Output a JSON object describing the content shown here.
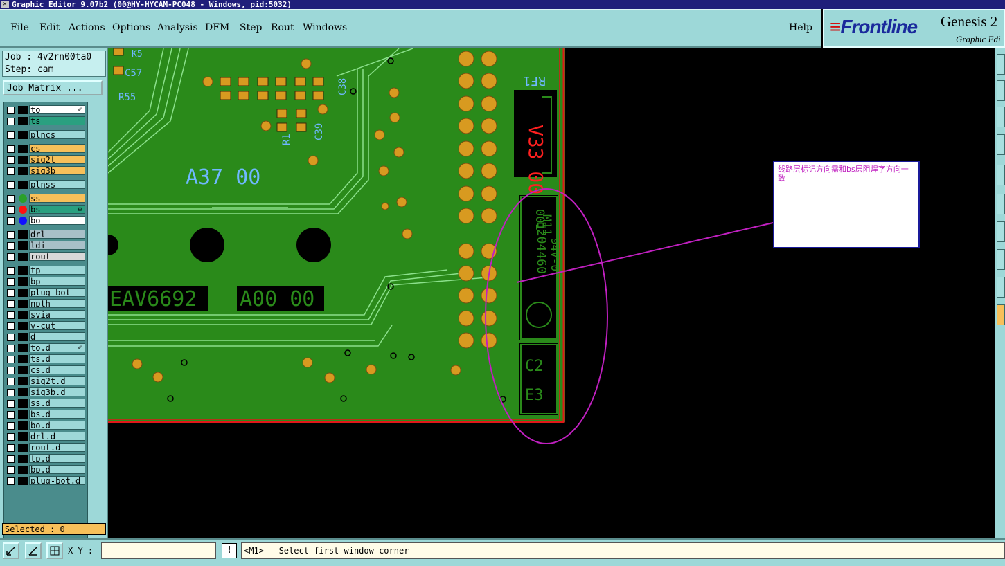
{
  "window": {
    "title": "Graphic Editor 9.07b2 (00@HY-HYCAM-PC048 - Windows, pid:5032)"
  },
  "menu": {
    "items": [
      "File",
      "Edit",
      "Actions",
      "Options",
      "Analysis",
      "DFM",
      "Step",
      "Rout",
      "Windows"
    ],
    "help": "Help"
  },
  "brand": {
    "logo_text": "Frontline",
    "product": "Genesis 2",
    "subtitle": "Graphic Edi"
  },
  "job": {
    "job_line": "Job : 4v2rn00ta0",
    "step_line": "Step: cam",
    "matrix_button": "Job Matrix ..."
  },
  "layers": [
    {
      "name": "to",
      "color": "#ffffff",
      "dot": "",
      "mark": "✐"
    },
    {
      "name": "ts",
      "color": "#2aa080",
      "dot": "",
      "mark": ""
    },
    {
      "name": "plncs",
      "color": "#9dd8d8",
      "dot": "",
      "mark": ""
    },
    {
      "name": "cs",
      "color": "#f7c05a",
      "dot": "",
      "mark": ""
    },
    {
      "name": "sig2t",
      "color": "#f7c05a",
      "dot": "",
      "mark": ""
    },
    {
      "name": "sig3b",
      "color": "#f7c05a",
      "dot": "",
      "mark": ""
    },
    {
      "name": "plnss",
      "color": "#9dd8d8",
      "dot": "",
      "mark": ""
    },
    {
      "name": "ss",
      "color": "#f7c05a",
      "dot": "#2aa02a",
      "mark": ""
    },
    {
      "name": "bs",
      "color": "#2aa080",
      "dot": "#ff1010",
      "mark": "⊞"
    },
    {
      "name": "bo",
      "color": "#ffffff",
      "dot": "#1010ff",
      "mark": ""
    },
    {
      "name": "drl",
      "color": "#a8c0c8",
      "dot": "",
      "mark": ""
    },
    {
      "name": "ldi",
      "color": "#a8c0c8",
      "dot": "",
      "mark": ""
    },
    {
      "name": "rout",
      "color": "#d8d8d8",
      "dot": "",
      "mark": ""
    },
    {
      "name": "tp",
      "color": "#9dd8d8",
      "dot": "",
      "mark": ""
    },
    {
      "name": "bp",
      "color": "#9dd8d8",
      "dot": "",
      "mark": ""
    },
    {
      "name": "plug-bot",
      "color": "#9dd8d8",
      "dot": "",
      "mark": ""
    },
    {
      "name": "npth",
      "color": "#9dd8d8",
      "dot": "",
      "mark": ""
    },
    {
      "name": "svia",
      "color": "#9dd8d8",
      "dot": "",
      "mark": ""
    },
    {
      "name": "v-cut",
      "color": "#9dd8d8",
      "dot": "",
      "mark": ""
    },
    {
      "name": "d",
      "color": "#9dd8d8",
      "dot": "",
      "mark": ""
    },
    {
      "name": "to.d",
      "color": "#9dd8d8",
      "dot": "",
      "mark": "✐"
    },
    {
      "name": "ts.d",
      "color": "#9dd8d8",
      "dot": "",
      "mark": ""
    },
    {
      "name": "cs.d",
      "color": "#9dd8d8",
      "dot": "",
      "mark": ""
    },
    {
      "name": "sig2t.d",
      "color": "#9dd8d8",
      "dot": "",
      "mark": ""
    },
    {
      "name": "sig3b.d",
      "color": "#9dd8d8",
      "dot": "",
      "mark": ""
    },
    {
      "name": "ss.d",
      "color": "#9dd8d8",
      "dot": "",
      "mark": ""
    },
    {
      "name": "bs.d",
      "color": "#9dd8d8",
      "dot": "",
      "mark": ""
    },
    {
      "name": "bo.d",
      "color": "#9dd8d8",
      "dot": "",
      "mark": ""
    },
    {
      "name": "drl.d",
      "color": "#9dd8d8",
      "dot": "",
      "mark": ""
    },
    {
      "name": "rout.d",
      "color": "#9dd8d8",
      "dot": "",
      "mark": ""
    },
    {
      "name": "tp.d",
      "color": "#9dd8d8",
      "dot": "",
      "mark": ""
    },
    {
      "name": "bp.d",
      "color": "#9dd8d8",
      "dot": "",
      "mark": ""
    },
    {
      "name": "plug-bot.d",
      "color": "#9dd8d8",
      "dot": "",
      "mark": ""
    }
  ],
  "status": {
    "selected": "Selected : 0"
  },
  "bottom": {
    "xy_label": "X Y :",
    "xy_value": "",
    "exclaim": "!",
    "prompt": "<M1> - Select first window corner"
  },
  "canvas": {
    "silk_texts": [
      "A37 00",
      "EAV6692",
      "A00 00",
      "RF1",
      "V33 00",
      "R55",
      "C57",
      "C38",
      "C39",
      "K5",
      "R1",
      "001",
      "E204460",
      "M11",
      "94V-0",
      "E3",
      "C2"
    ],
    "note_text": "线路层标记方向需和bs层阻焊字方向一致"
  },
  "colors": {
    "board": "#2a8a1a",
    "pad": "#d89a20",
    "silk": "#6fb8ff",
    "outline": "#e01818",
    "annotation": "#c020c0",
    "note_border": "#1a1a9a",
    "panel": "#9dd8d8"
  }
}
